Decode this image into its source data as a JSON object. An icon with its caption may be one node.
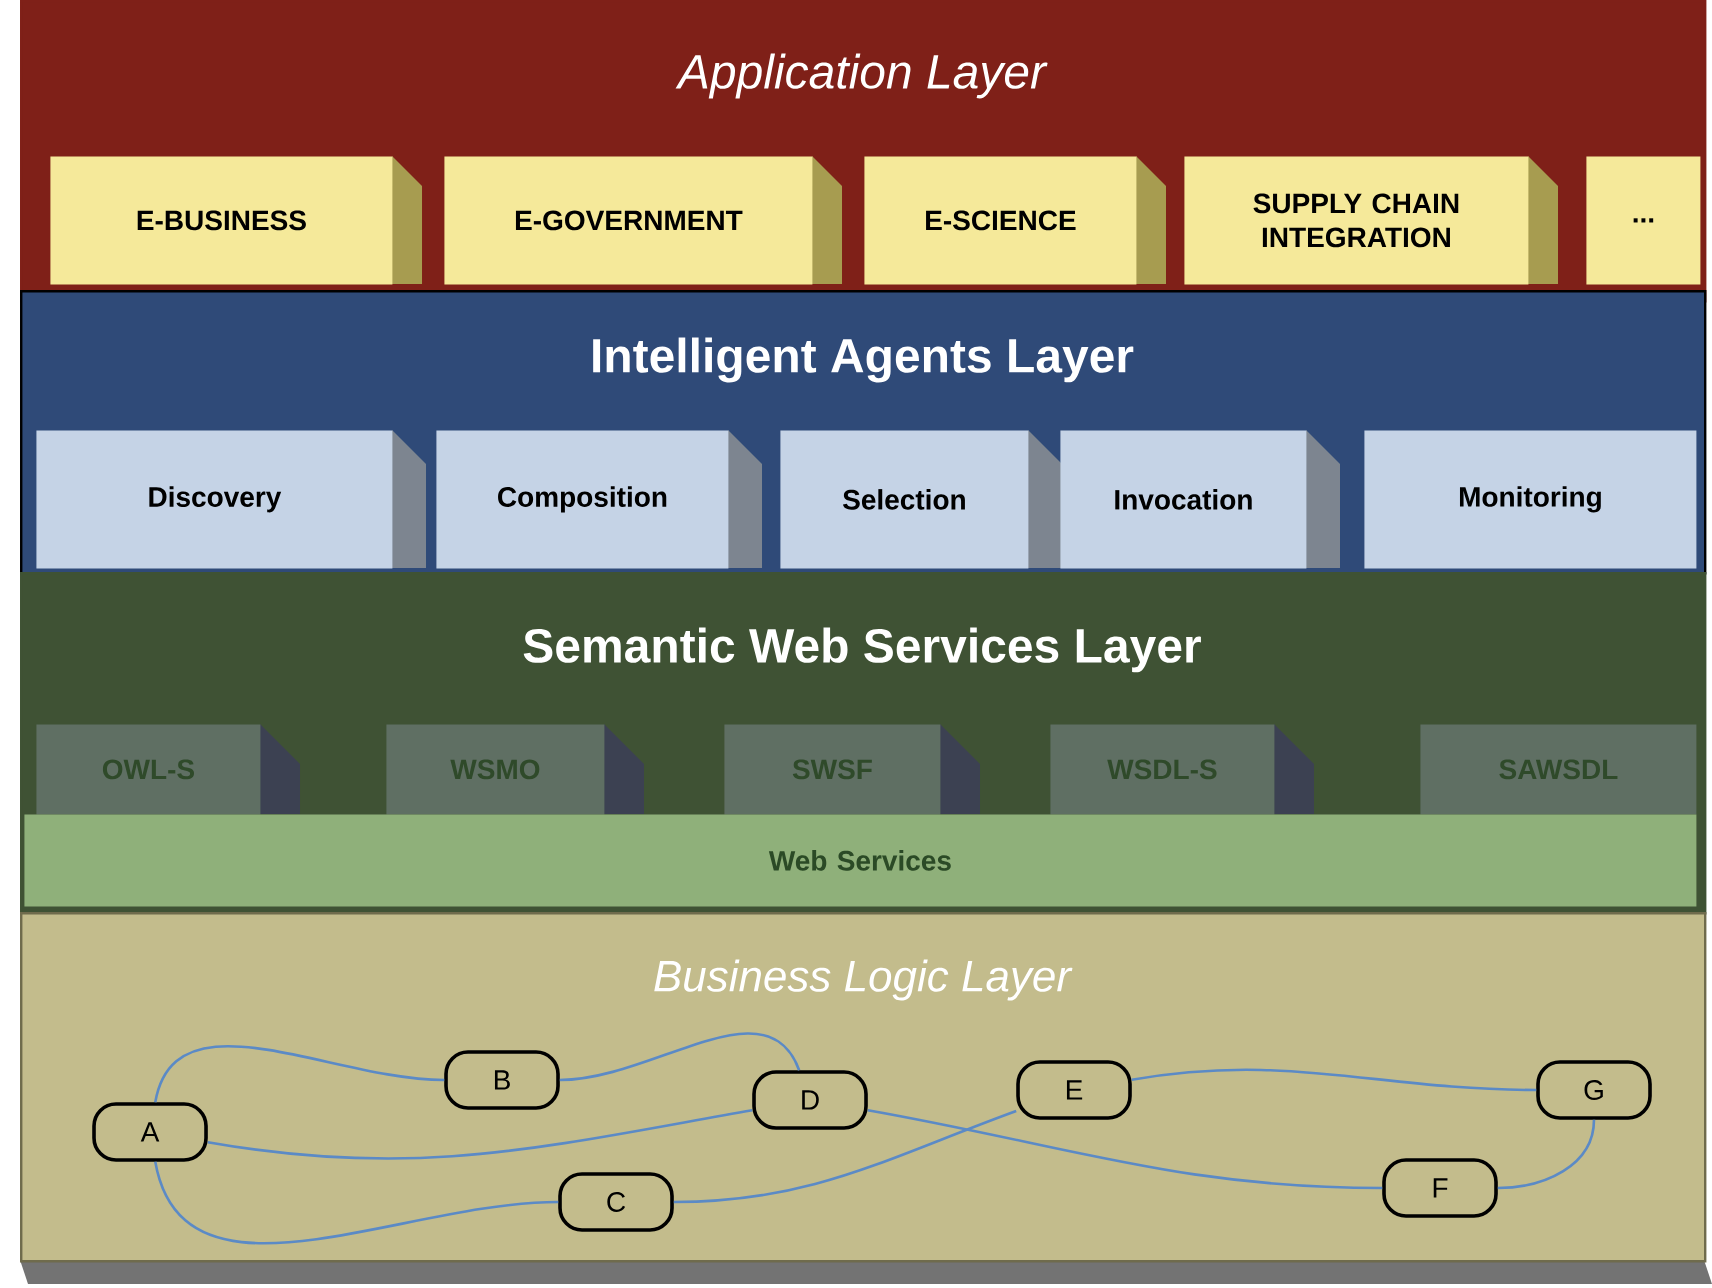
{
  "diagram": {
    "nodes": [
      {
        "text": [
          "Application Layer"
        ]
      },
      {
        "text": [
          "E-BUSINESS"
        ],
        "in": 0
      },
      {
        "text": [
          "E-GOVERNMENT"
        ],
        "in": 0
      },
      {
        "text": [
          "E-SCIENCE"
        ],
        "in": 0
      },
      {
        "text": [
          "SUPPLY CHAIN INTEGRATION"
        ],
        "in": 0
      },
      {
        "text": [
          "..."
        ],
        "in": 0
      },
      {
        "text": [
          "Intelligent Agents Layer"
        ]
      },
      {
        "text": [
          "Discovery"
        ],
        "in": 6
      },
      {
        "text": [
          "Composition"
        ],
        "in": 6
      },
      {
        "text": [
          "Selection"
        ],
        "in": 6
      },
      {
        "text": [
          "Invocation"
        ],
        "in": 6
      },
      {
        "text": [
          "Monitoring"
        ],
        "in": 6
      },
      {
        "text": [
          "Semantic Web Services Layer"
        ]
      },
      {
        "text": [
          "OWL-S"
        ],
        "in": 12
      },
      {
        "text": [
          "WSMO"
        ],
        "in": 12
      },
      {
        "text": [
          "SWSF"
        ],
        "in": 12
      },
      {
        "text": [
          "WSDL-S"
        ],
        "in": 12
      },
      {
        "text": [
          "SAWSDL"
        ],
        "in": 12
      },
      {
        "text": [
          "Web Services"
        ],
        "in": 12
      },
      {
        "text": [
          "Business Logic Layer"
        ]
      },
      {
        "text": [
          "A"
        ],
        "in": 19
      },
      {
        "text": [
          "B"
        ],
        "in": 19
      },
      {
        "text": [
          "D"
        ],
        "in": 19
      },
      {
        "text": [
          "E"
        ],
        "in": 19
      },
      {
        "text": [
          "G"
        ],
        "in": 19
      },
      {
        "text": [
          "C"
        ],
        "in": 19
      },
      {
        "text": [
          "F"
        ],
        "in": 19
      }
    ],
    "edges": [
      {
        "from": 20,
        "to": 21,
        "arrow": "none"
      },
      {
        "from": 21,
        "to": 22,
        "arrow": "none"
      },
      {
        "from": 20,
        "to": 22,
        "arrow": "none"
      },
      {
        "from": 20,
        "to": 25,
        "arrow": "none"
      },
      {
        "from": 25,
        "to": 23,
        "arrow": "none"
      },
      {
        "from": 22,
        "to": 26,
        "arrow": "none"
      },
      {
        "from": 23,
        "to": 24,
        "arrow": "none"
      },
      {
        "from": 24,
        "to": 26,
        "arrow": "none"
      }
    ]
  }
}
